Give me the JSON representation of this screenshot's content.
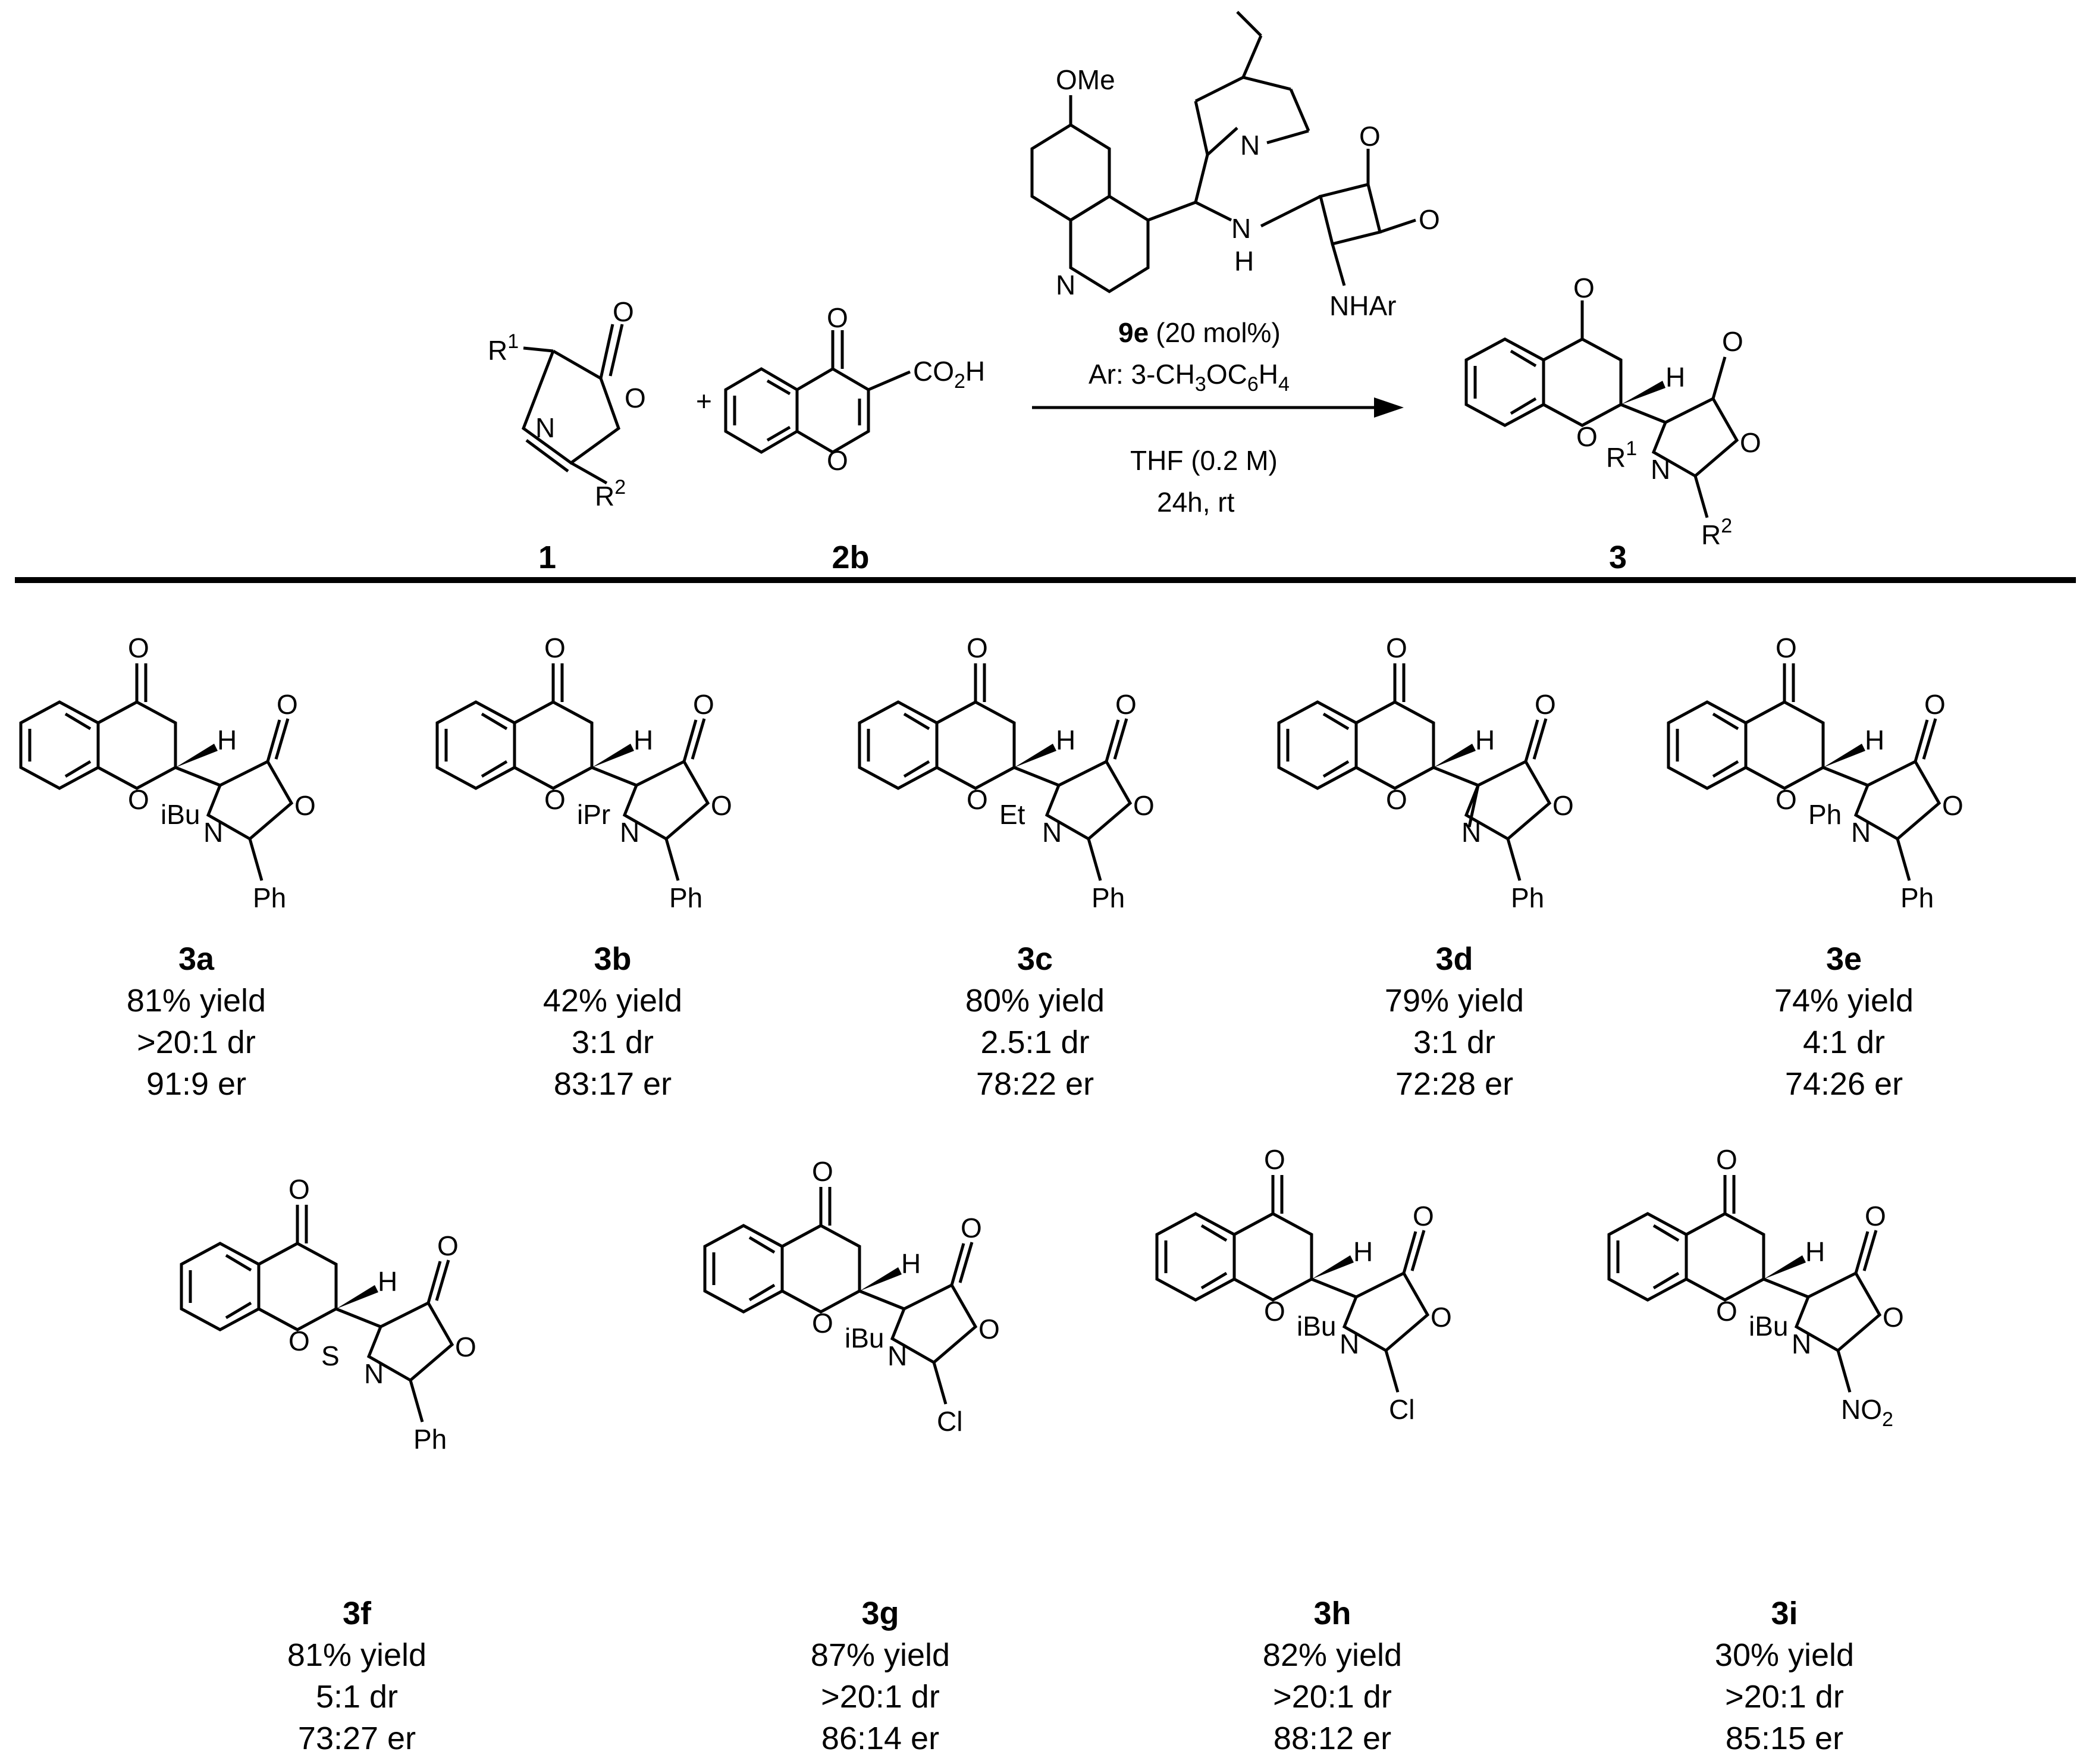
{
  "scheme": {
    "reactant_1": {
      "label": "1",
      "r1": "R",
      "r1_sup": "1",
      "r2": "R",
      "r2_sup": "2",
      "atoms": {
        "o_carbonyl": "O",
        "o_ring": "O",
        "n": "N"
      }
    },
    "plus": "+",
    "reactant_2": {
      "label": "2b",
      "substituent": "CO",
      "substituent_sub": "2",
      "substituent_end": "H",
      "atoms": {
        "o_carbonyl": "O",
        "o_ring": "O"
      }
    },
    "catalyst": {
      "label": "9e",
      "loading": "(20 mol%)",
      "ar_line": "Ar: 3-CH",
      "ar_sub1": "3",
      "ar_mid": "OC",
      "ar_sub2": "6",
      "ar_h": "H",
      "ar_sub3": "4",
      "atoms": {
        "ome": "OMe",
        "n_quinuclidine": "N",
        "o1": "O",
        "o2": "O",
        "nh": "N",
        "h": "H",
        "nhar": "NHAr",
        "n_quinoline": "N"
      }
    },
    "conditions": {
      "solvent": "THF (0.2 M)",
      "time_temp": "24h, rt"
    },
    "product": {
      "label": "3",
      "r1": "R",
      "r1_sup": "1",
      "r2": "R",
      "r2_sup": "2",
      "atoms": {
        "o_carbonyl": "O",
        "h": "H",
        "o_ring": "O",
        "o_lactone_carbonyl": "O",
        "o_lactone": "O",
        "n": "N"
      }
    }
  },
  "products": [
    {
      "id": "3a",
      "r1": "iBu",
      "r2": "Ph",
      "yield": "81% yield",
      "dr": ">20:1 dr",
      "er": "91:9 er"
    },
    {
      "id": "3b",
      "r1": "iPr",
      "r2": "Ph",
      "yield": "42% yield",
      "dr": "3:1 dr",
      "er": "83:17 er"
    },
    {
      "id": "3c",
      "r1": "Et",
      "r2": "Ph",
      "yield": "80% yield",
      "dr": "2.5:1 dr",
      "er": "78:22 er"
    },
    {
      "id": "3d",
      "r1": "",
      "r2": "Ph",
      "yield": "79% yield",
      "dr": "3:1 dr",
      "er": "72:28 er"
    },
    {
      "id": "3e",
      "r1": "Ph",
      "r2": "Ph",
      "yield": "74% yield",
      "dr": "4:1 dr",
      "er": "74:26 er"
    },
    {
      "id": "3f",
      "r1": "S",
      "r2": "Ph",
      "yield": "81% yield",
      "dr": "5:1 dr",
      "er": "73:27 er"
    },
    {
      "id": "3g",
      "r1": "iBu",
      "r2": "Cl",
      "yield": "87% yield",
      "dr": ">20:1 dr",
      "er": "86:14 er"
    },
    {
      "id": "3h",
      "r1": "iBu",
      "r2": "Cl",
      "yield": "82% yield",
      "dr": ">20:1 dr",
      "er": "88:12 er"
    },
    {
      "id": "3i",
      "r1": "iBu",
      "r2": "NO",
      "r2_sub": "2",
      "yield": "30% yield",
      "dr": ">20:1 dr",
      "er": "85:15 er"
    }
  ],
  "common_atoms": {
    "o": "O",
    "h": "H",
    "n": "N"
  }
}
